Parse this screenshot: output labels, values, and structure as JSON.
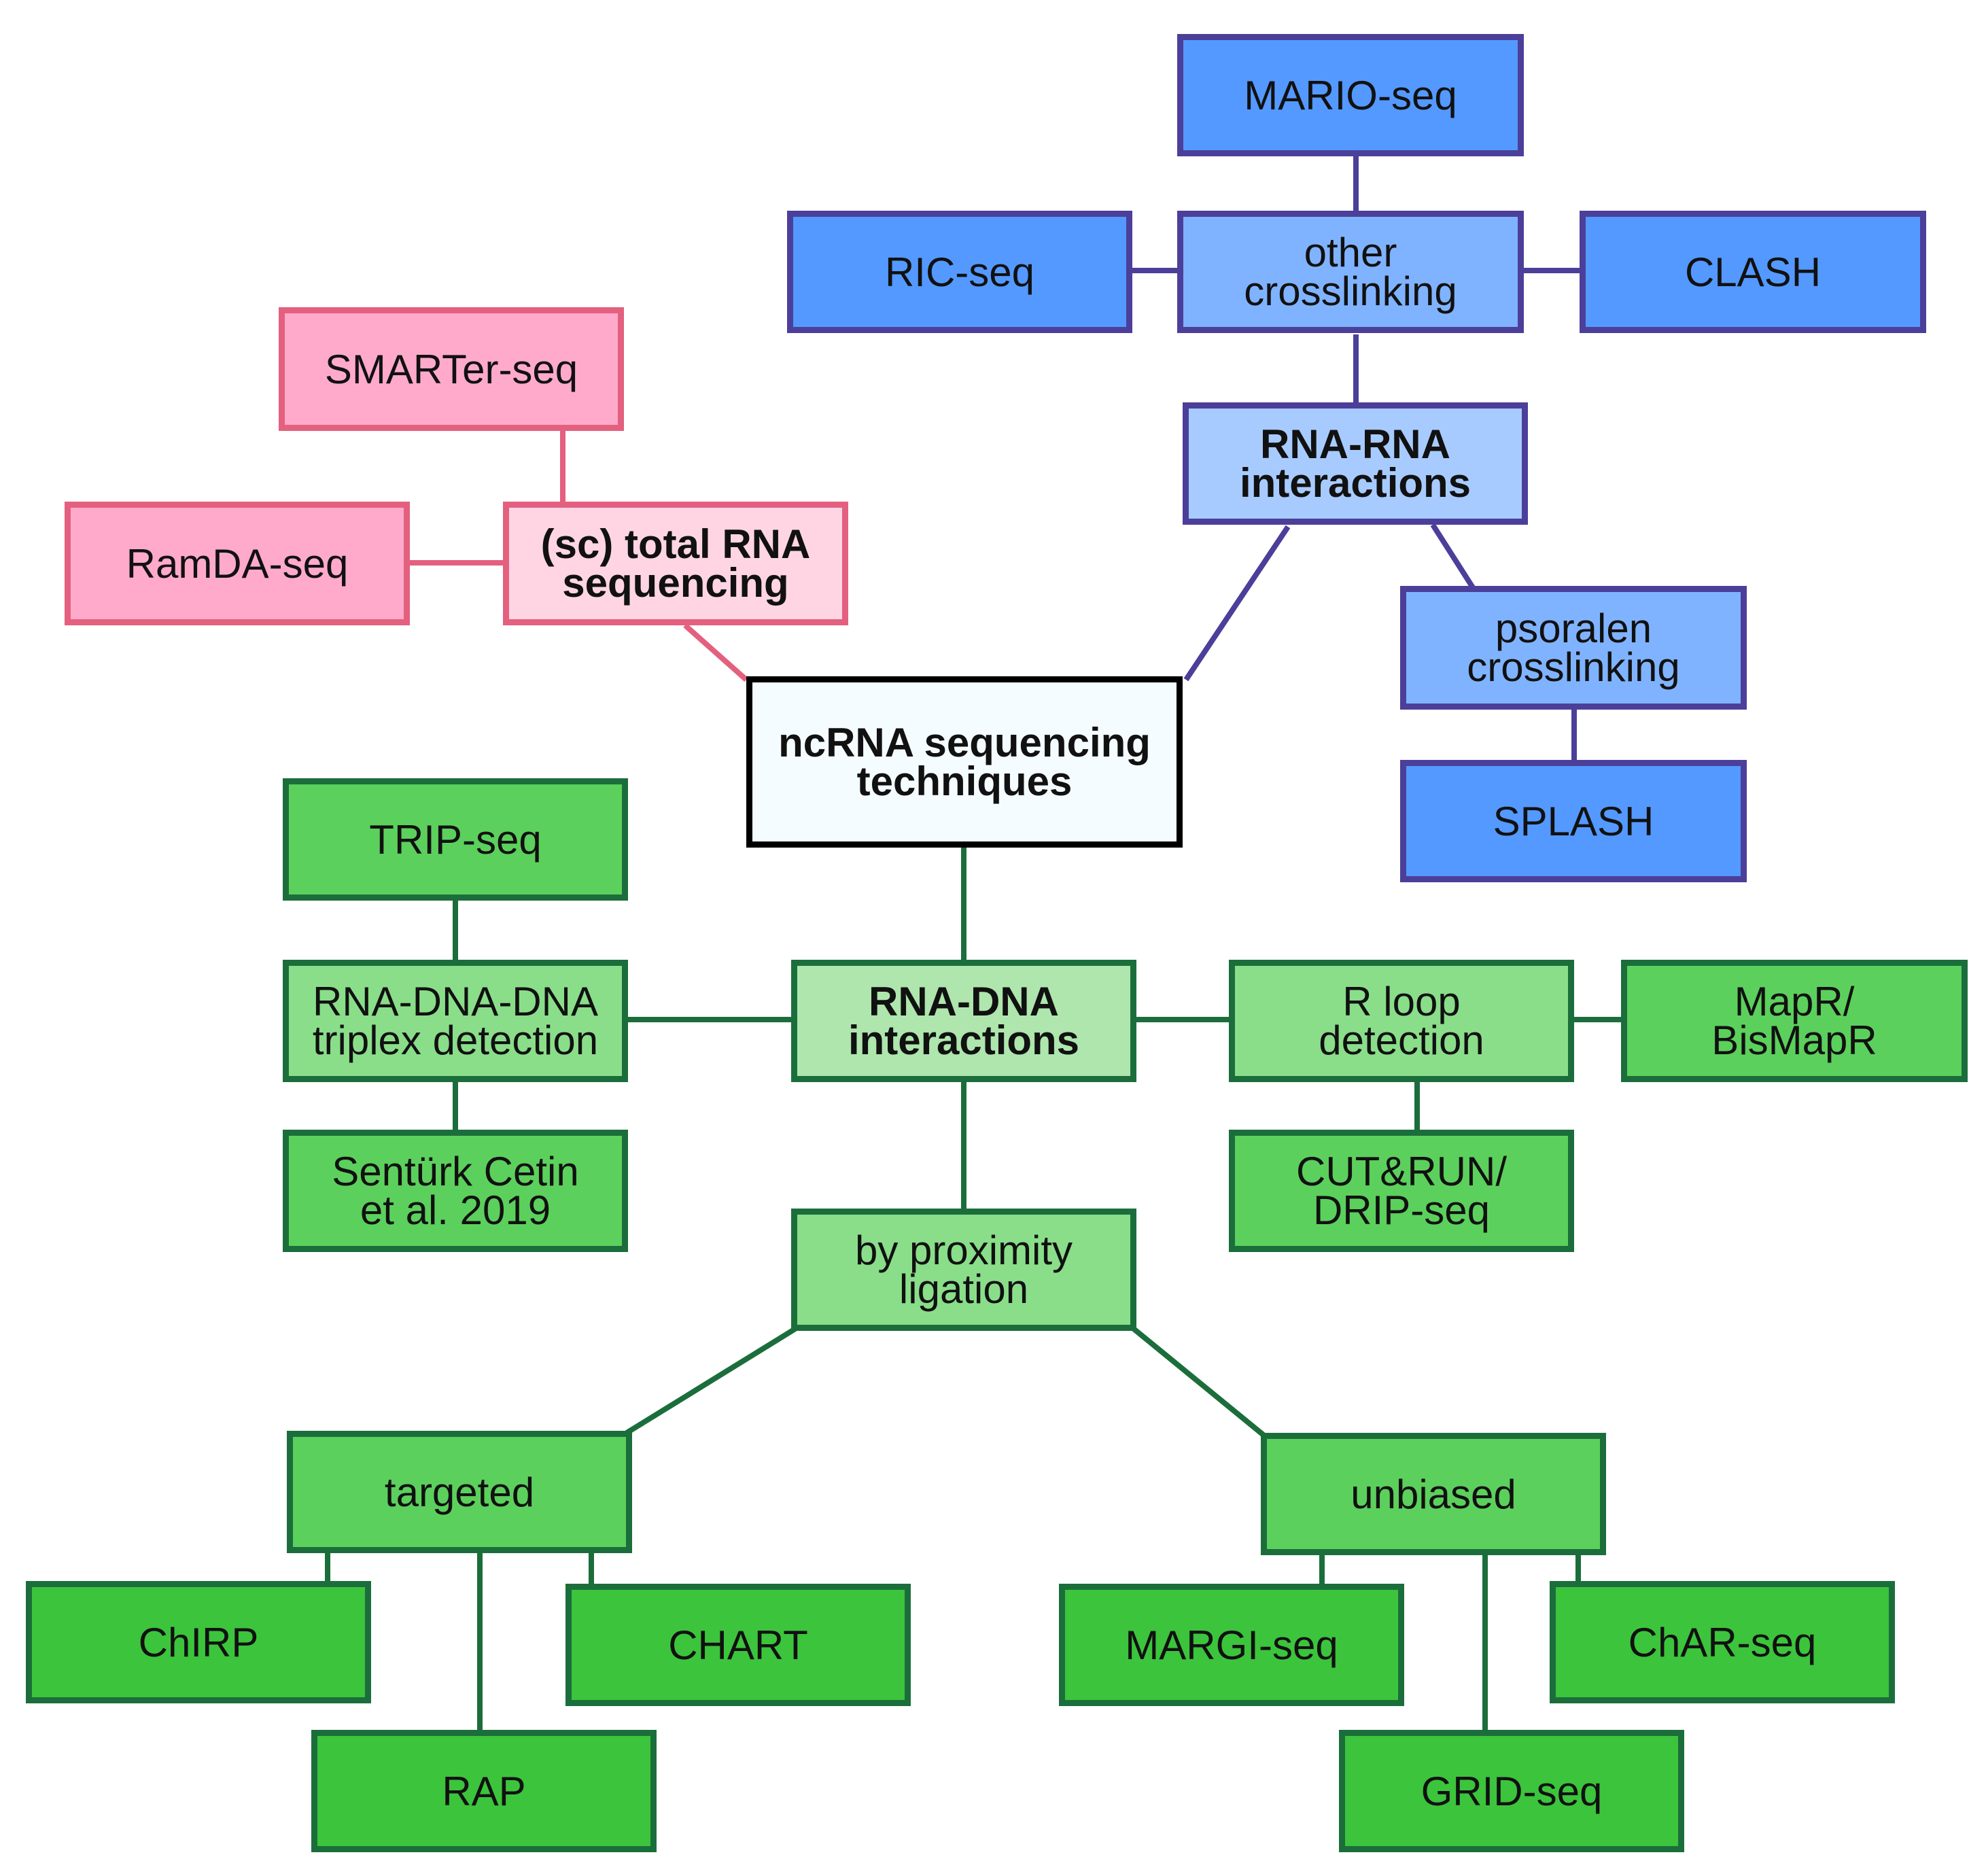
{
  "colors": {
    "blue_line": "#4b3f9a",
    "blue_dark": "#5499ff",
    "blue_mid": "#80b3ff",
    "blue_light": "#a8cbff",
    "pink_line": "#e4607f",
    "pink": "#ffaacb",
    "pink_light": "#ffd5e4",
    "green_line": "#1b6e3b",
    "green_pale": "#aee6ad",
    "green_light": "#8ade8a",
    "green_mid": "#5cd05c",
    "green_dark": "#3cc43c",
    "root_fill": "#f5fcff",
    "root_border": "#000000"
  },
  "nodes": {
    "root": "ncRNA sequencing\ntechniques",
    "rna_rna": "RNA-RNA\ninteractions",
    "other_crosslinking": "other\ncrosslinking",
    "mario_seq": "MARIO-seq",
    "ric_seq": "RIC-seq",
    "clash": "CLASH",
    "psoralen": "psoralen\ncrosslinking",
    "splash": "SPLASH",
    "total_rna": "(sc) total RNA\nsequencing",
    "smarter_seq": "SMARTer-seq",
    "ramda_seq": "RamDA-seq",
    "rna_dna": "RNA-DNA\ninteractions",
    "triplex": "RNA-DNA-DNA\ntriplex detection",
    "trip_seq": "TRIP-seq",
    "senturk": "Sentürk Cetin\net al. 2019",
    "r_loop": "R loop\ndetection",
    "mapr": "MapR/\nBisMapR",
    "cut_run": "CUT&RUN/\nDRIP-seq",
    "proximity": "by proximity\nligation",
    "targeted": "targeted",
    "unbiased": "unbiased",
    "chirp": "ChIRP",
    "rap": "RAP",
    "chart": "CHART",
    "margi_seq": "MARGI-seq",
    "grid_seq": "GRID-seq",
    "char_seq": "ChAR-seq"
  }
}
